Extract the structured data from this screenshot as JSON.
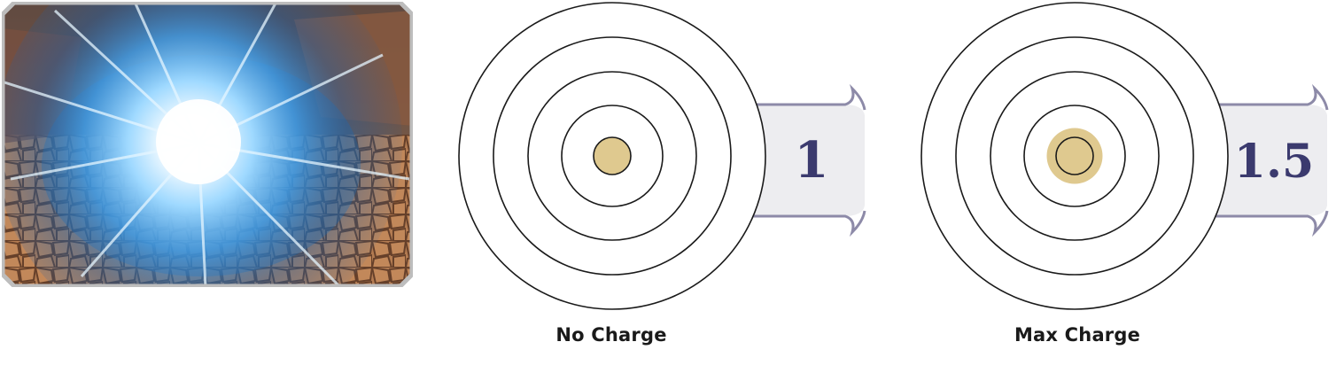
{
  "screenshot": {
    "description_icon": "energy-blast-icon"
  },
  "diagrams": [
    {
      "label": "No Charge",
      "multiplier": "1",
      "radius_multiplier": 1,
      "ring_count": 4
    },
    {
      "label": "Max Charge",
      "multiplier": "1.5",
      "radius_multiplier": 1.5,
      "ring_count": 4
    }
  ],
  "colors": {
    "core": "#dfc98f",
    "ring_stroke": "#1a1a1a",
    "multiplier_text": "#3b3a6e",
    "tab_fill": "#ededf0",
    "tab_edge": "#8d8aa8"
  }
}
